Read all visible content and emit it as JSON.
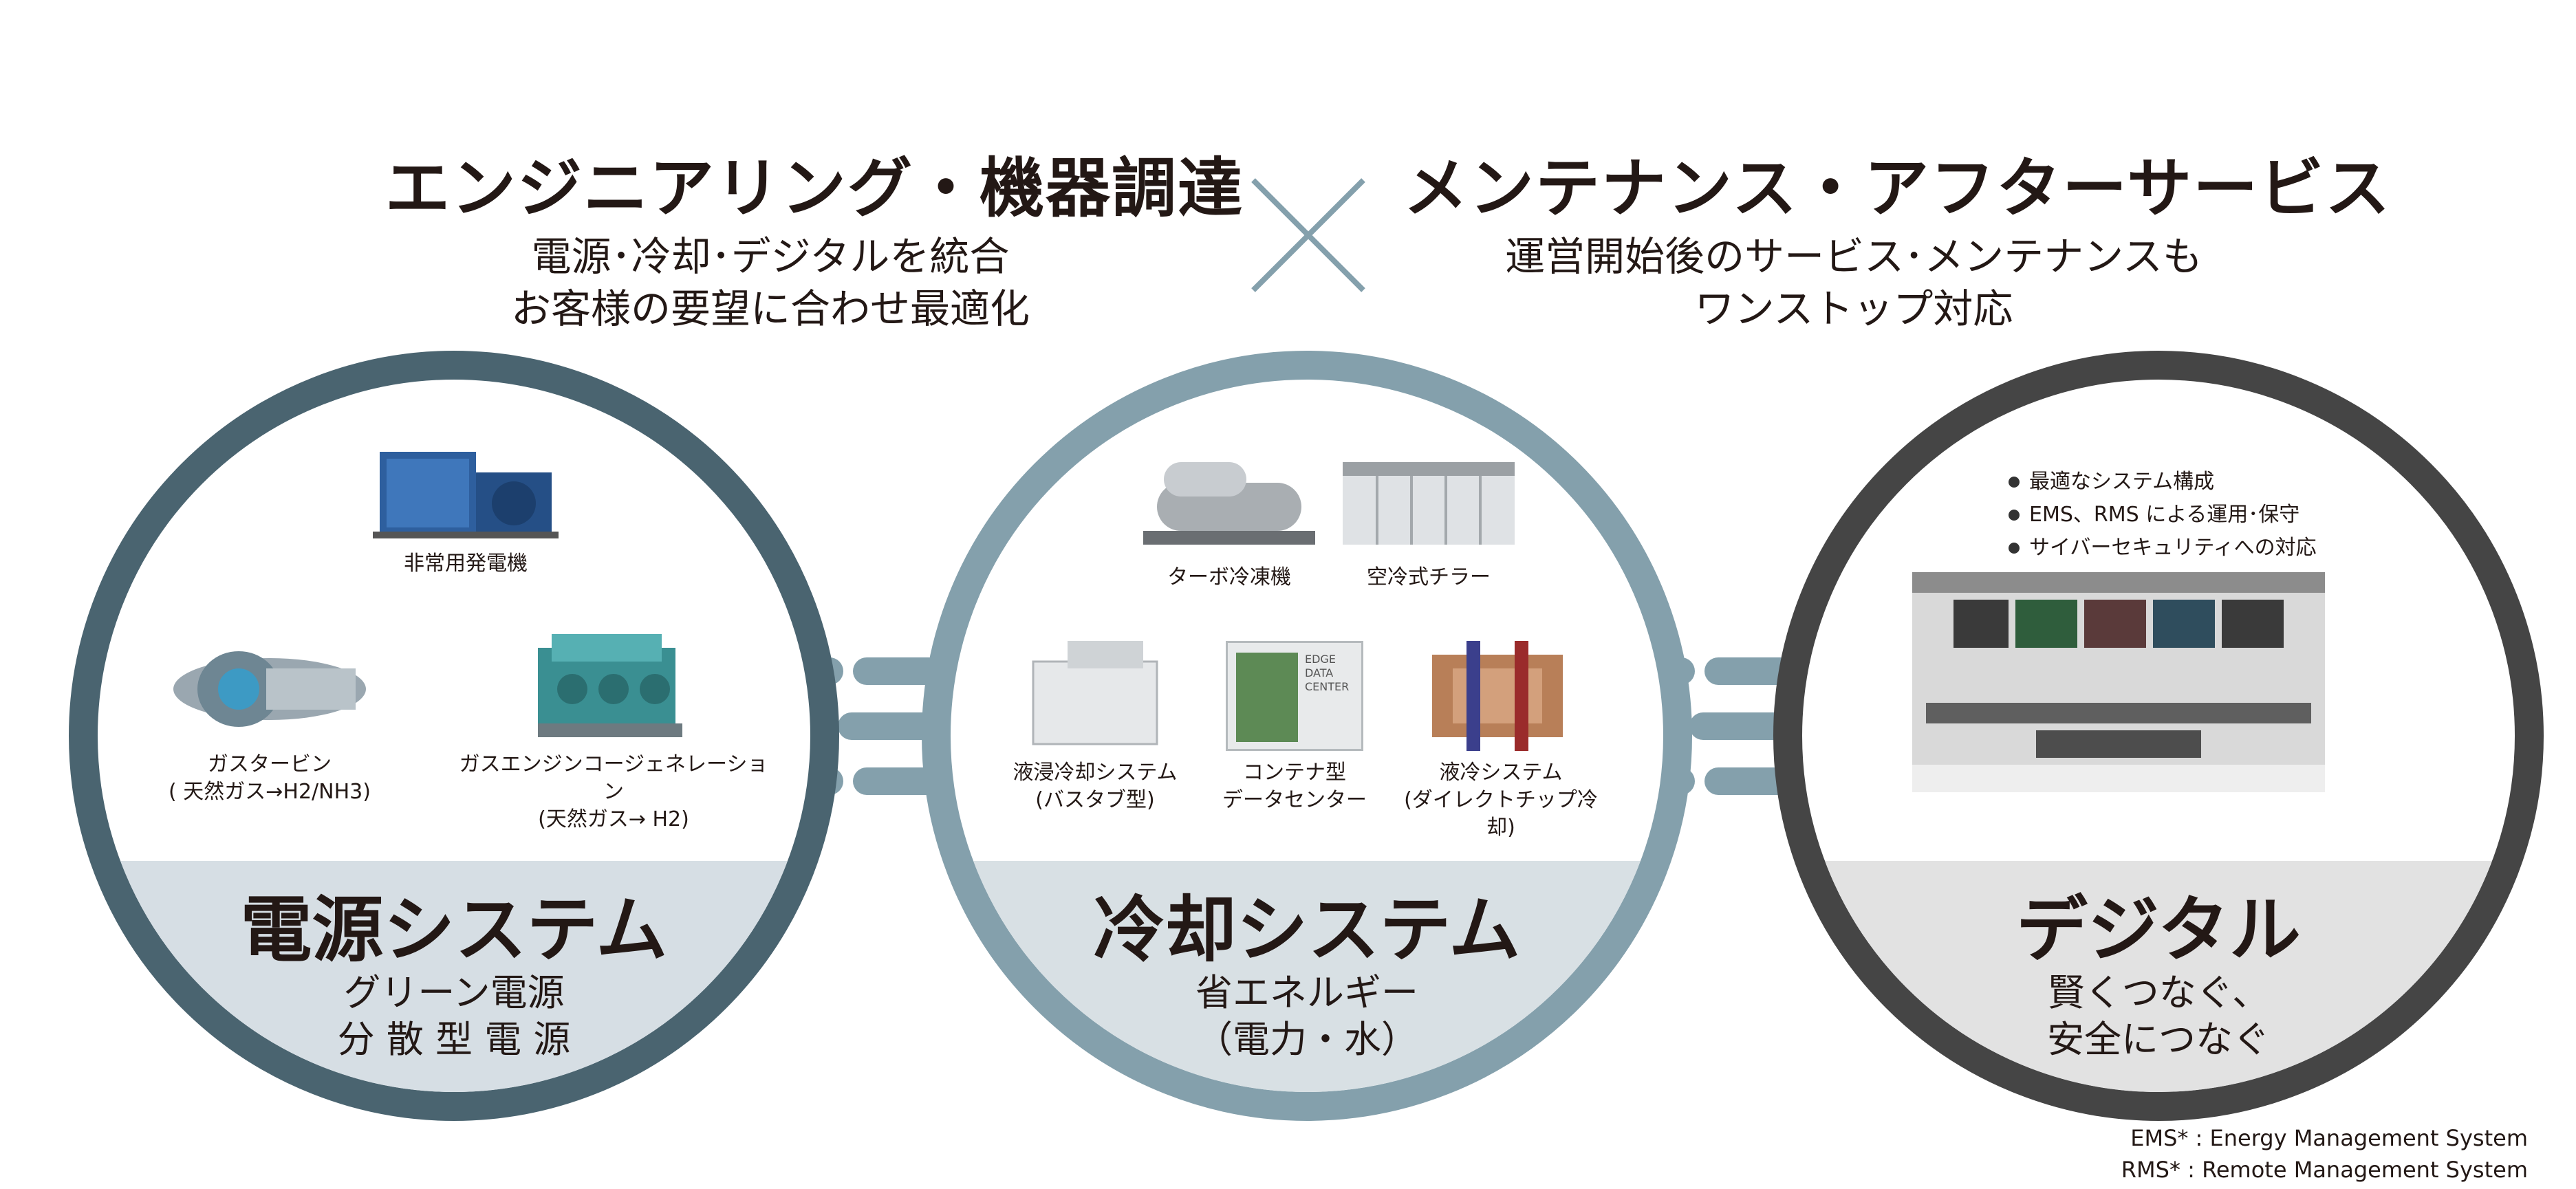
{
  "header": {
    "left_title": "エンジニアリング・機器調達",
    "left_sub_1": "電源･冷却･デジタルを統合",
    "left_sub_2": "お客様の要望に合わせ最適化",
    "right_title": "メンテナンス・アフターサービス",
    "right_sub_1": "運営開始後のサービス･メンテナンスも",
    "right_sub_2": "ワンストップ対応"
  },
  "circles": [
    {
      "title": "電源システム",
      "subtitle": "グリーン電源\n分 散 型 電 源",
      "items": [
        {
          "label": "非常用発電機"
        },
        {
          "label": "ガスタービン\n( 天然ガス→H2/NH3)"
        },
        {
          "label": "ガスエンジンコージェネレーション\n(天然ガス→ H2)"
        }
      ]
    },
    {
      "title": "冷却システム",
      "subtitle": "省エネルギー\n（電力・水）",
      "items": [
        {
          "label": "ターボ冷凍機"
        },
        {
          "label": "空冷式チラー"
        },
        {
          "label": "液浸冷却システム\n(バスタブ型)"
        },
        {
          "label": "コンテナ型\nデータセンター"
        },
        {
          "label": "液冷システム\n(ダイレクトチップ冷却)"
        }
      ],
      "container_text": "EDGE\nDATA\nCENTER"
    },
    {
      "title": "デジタル",
      "subtitle": "賢くつなぐ、\n安全につなぐ",
      "bullets": [
        "最適なシステム構成",
        "EMS、RMS による運用･保守",
        "サイバーセキュリティへの対応"
      ]
    }
  ],
  "footnotes": {
    "ems": "EMS* : Energy Management System",
    "rms": "RMS* : Remote Management System"
  },
  "colors": {
    "circle_power": "#4a6470",
    "circle_cooling": "#84a0ac",
    "circle_digital": "#454545",
    "text": "#231815"
  }
}
